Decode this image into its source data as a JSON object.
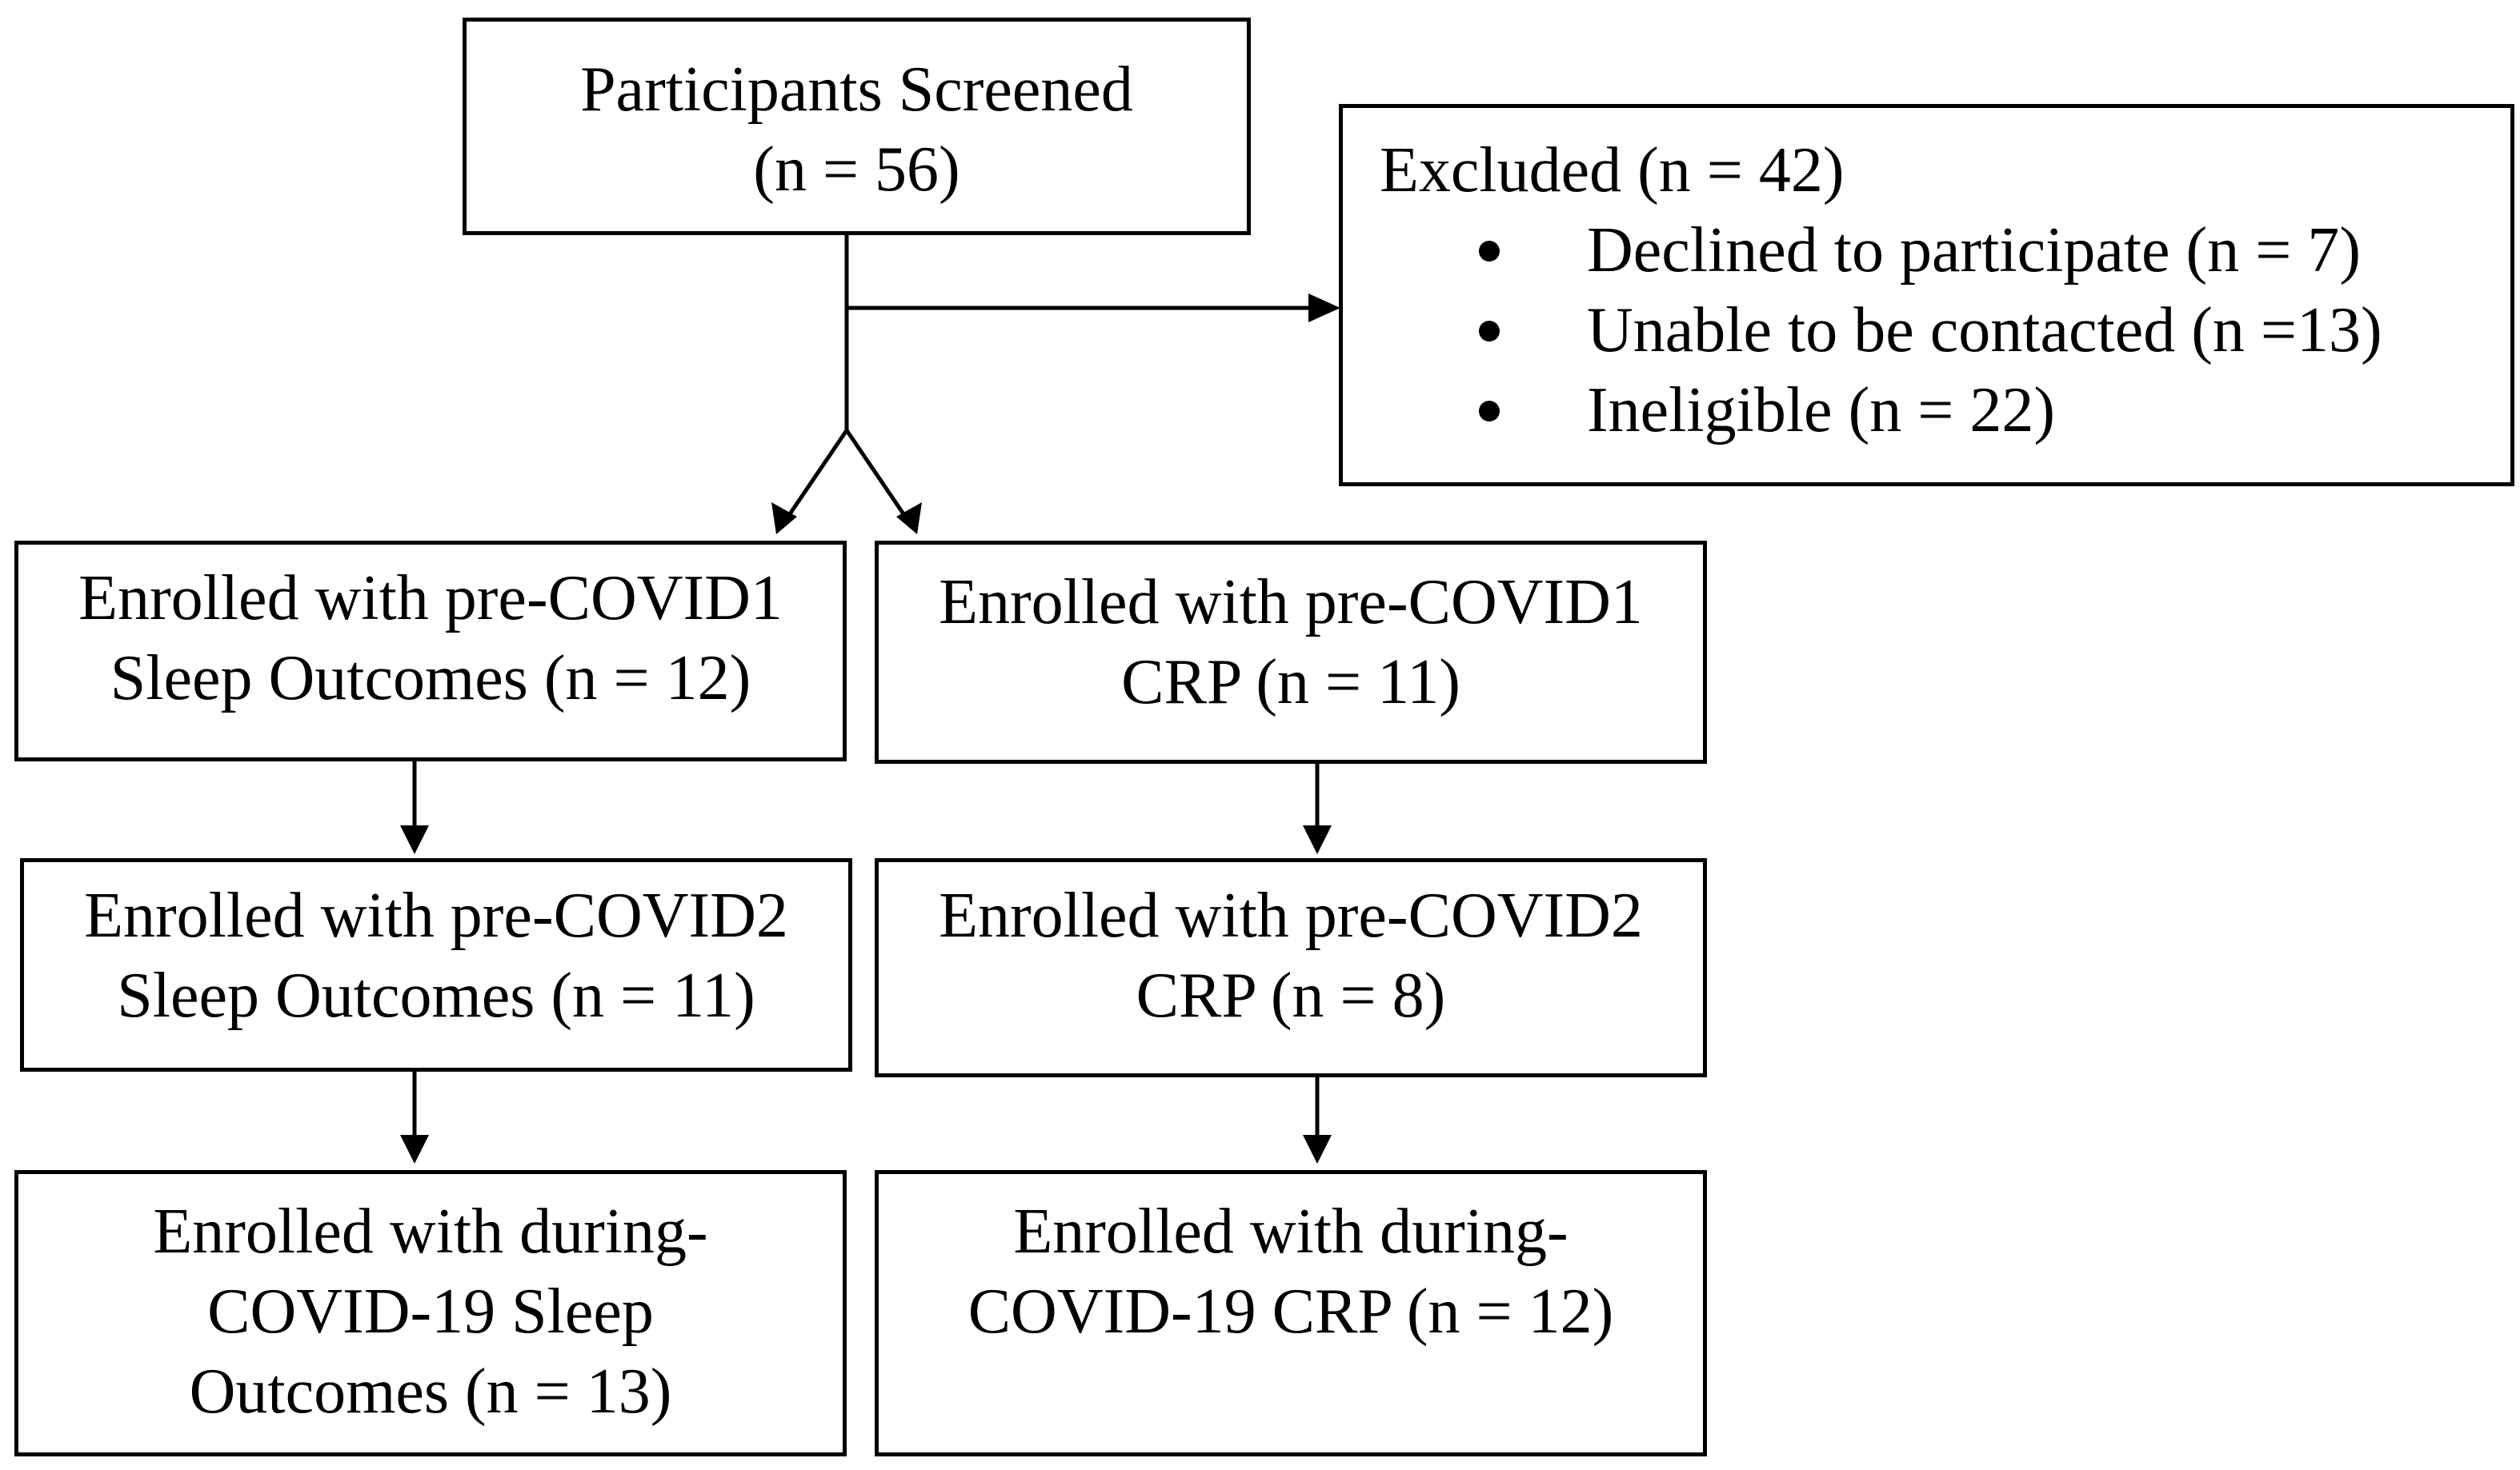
{
  "screened": {
    "line1": "Participants Screened",
    "line2": "(n = 56)"
  },
  "excluded": {
    "title": "Excluded (n = 42)",
    "items": [
      "Declined to participate (n = 7)",
      "Unable to be contacted (n =13)",
      "Ineligible (n = 22)"
    ]
  },
  "sleep": {
    "pre1": {
      "line1": "Enrolled with pre-COVID1",
      "line2": "Sleep Outcomes (n = 12)"
    },
    "pre2": {
      "line1": "Enrolled with pre-COVID2",
      "line2": "Sleep Outcomes (n = 11)"
    },
    "during": {
      "line1": "Enrolled with during-",
      "line2": "COVID-19 Sleep",
      "line3": "Outcomes (n = 13)"
    }
  },
  "crp": {
    "pre1": {
      "line1": "Enrolled with pre-COVID1",
      "line2": "CRP (n = 11)"
    },
    "pre2": {
      "line1": "Enrolled with pre-COVID2",
      "line2": "CRP (n = 8)"
    },
    "during": {
      "line1": "Enrolled with during-",
      "line2": "COVID-19 CRP (n = 12)"
    }
  }
}
